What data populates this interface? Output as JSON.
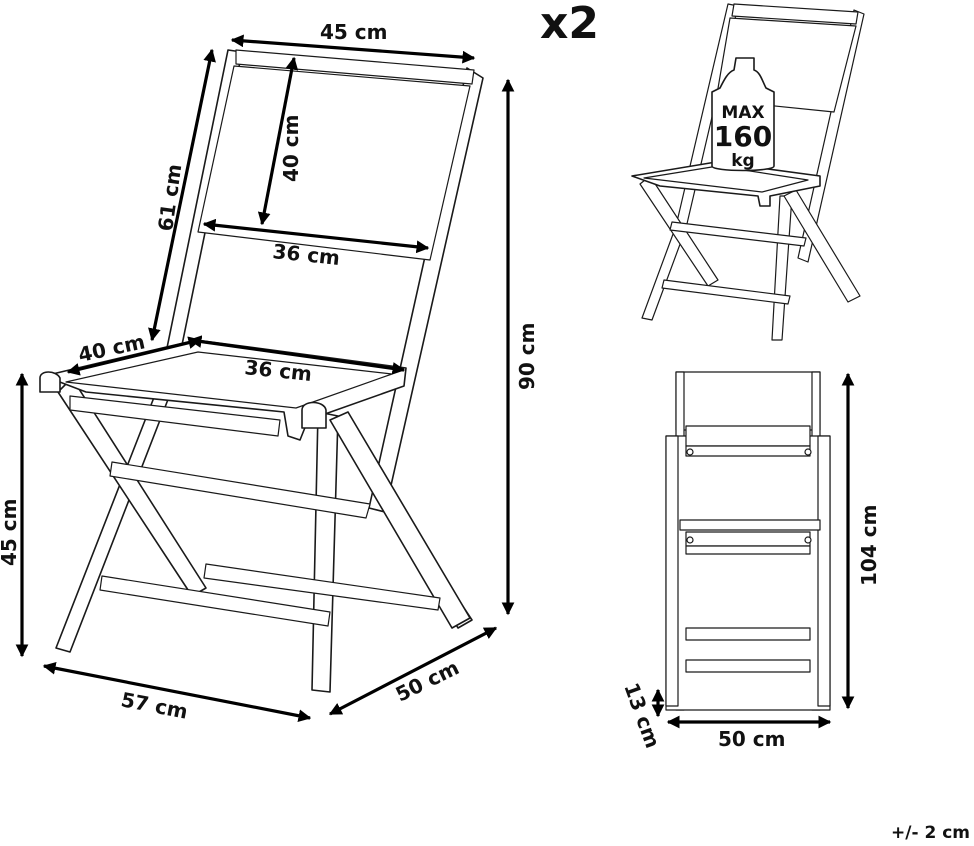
{
  "quantity": "x2",
  "tolerance": "+/- 2 cm",
  "weight_badge": {
    "line1": "MAX",
    "line2": "160",
    "line3": "kg"
  },
  "dimensions": {
    "top_width": "45 cm",
    "backrest_height": "40 cm",
    "back_side": "61 cm",
    "backrest_width": "36 cm",
    "seat_depth": "40 cm",
    "seat_width": "36 cm",
    "total_height": "90 cm",
    "seat_height": "45 cm",
    "base_depth": "57 cm",
    "base_width": "50 cm",
    "folded_height": "104 cm",
    "folded_thickness": "13 cm",
    "folded_width": "50 cm"
  }
}
